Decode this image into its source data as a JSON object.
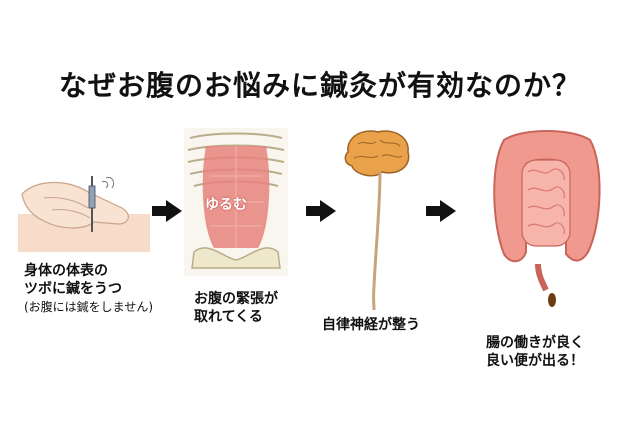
{
  "title": "なぜお腹のお悩みに鍼灸が有効なのか？",
  "steps": [
    {
      "line1": "身体の体表の",
      "line2": "ツボに鍼をうつ",
      "note": "(お腹には鍼をしません)"
    },
    {
      "line1": "お腹の緊張が",
      "line2": "取れてくる",
      "overlay": "ゆるむ"
    },
    {
      "line1": "自律神経が整う"
    },
    {
      "line1": "腸の働きが良く",
      "line2": "良い便が出る！"
    }
  ],
  "icons": [
    "hand-acupuncture-icon",
    "abdomen-muscle-icon",
    "brain-spinal-icon",
    "intestine-icon",
    "arrow-right-icon"
  ]
}
